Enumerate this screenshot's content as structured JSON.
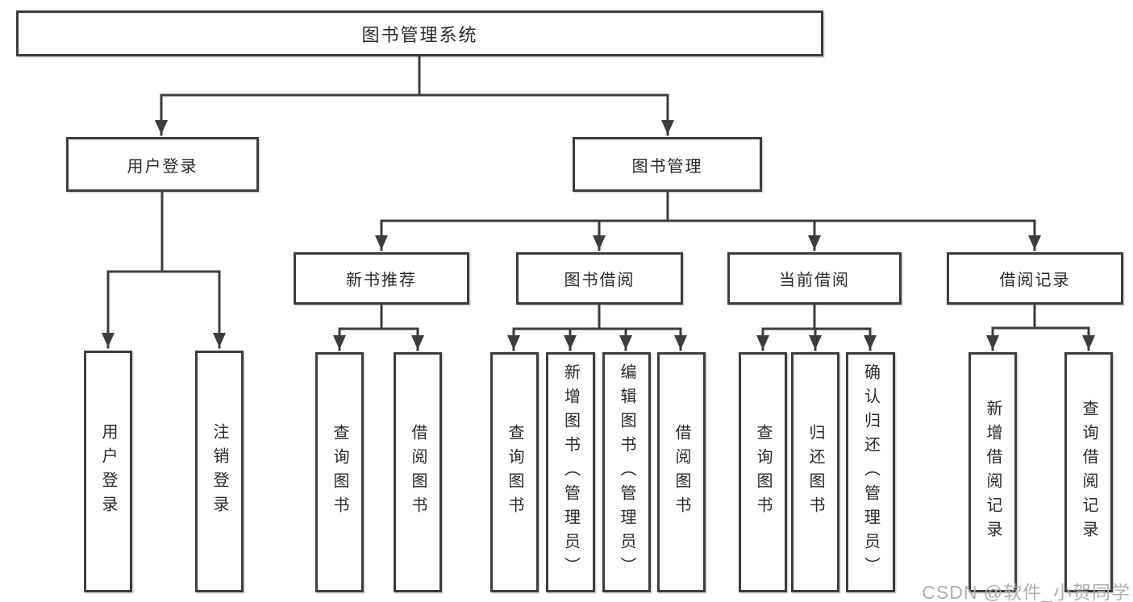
{
  "diagram_type": "hierarchy-tree",
  "colors": {
    "line": "#3d3d3d",
    "box_background": "#ffffff",
    "text": "#2a2a2a",
    "watermark": "#b3aeae"
  },
  "tree": {
    "label": "图书管理系统",
    "children": [
      {
        "label": "用户登录",
        "children": [
          {
            "label": "用户登录"
          },
          {
            "label": "注销登录"
          }
        ]
      },
      {
        "label": "图书管理",
        "children": [
          {
            "label": "新书推荐",
            "children": [
              {
                "label": "查询图书"
              },
              {
                "label": "借阅图书"
              }
            ]
          },
          {
            "label": "图书借阅",
            "children": [
              {
                "label": "查询图书"
              },
              {
                "label": "新增图书（管理员）"
              },
              {
                "label": "编辑图书（管理员）"
              },
              {
                "label": "借阅图书"
              }
            ]
          },
          {
            "label": "当前借阅",
            "children": [
              {
                "label": "查询图书"
              },
              {
                "label": "归还图书"
              },
              {
                "label": "确认归还（管理员）"
              }
            ]
          },
          {
            "label": "借阅记录",
            "children": [
              {
                "label": "新增借阅记录"
              },
              {
                "label": "查询借阅记录"
              }
            ]
          }
        ]
      }
    ]
  },
  "watermark": {
    "text": "CSDN @软件_小贺同学"
  }
}
